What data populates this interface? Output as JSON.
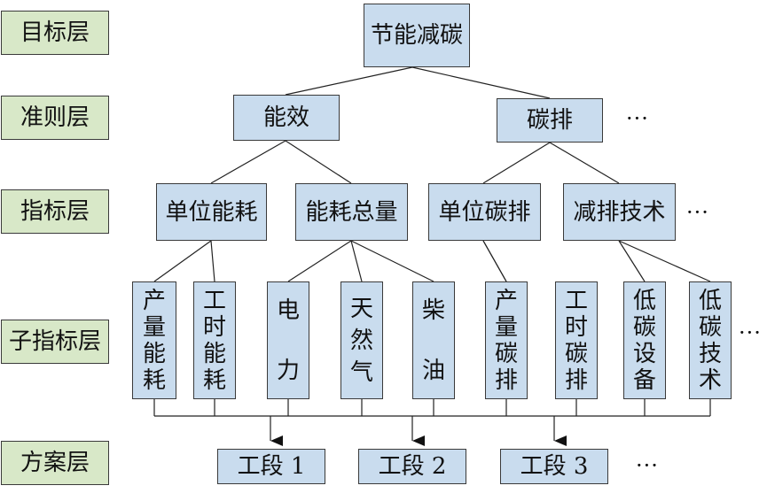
{
  "levels": [
    "目标层",
    "准则层",
    "指标层",
    "子指标层",
    "方案层"
  ],
  "goal": "节能减碳",
  "criteria": [
    "能效",
    "碳排"
  ],
  "indicators": [
    "单位能耗",
    "能耗总量",
    "单位碳排",
    "减排技术"
  ],
  "sub_indicators": [
    [
      "产",
      "量",
      "能",
      "耗"
    ],
    [
      "工",
      "时",
      "能",
      "耗"
    ],
    [
      "电",
      "力"
    ],
    [
      "天",
      "然",
      "气"
    ],
    [
      "柴",
      "油"
    ],
    [
      "产",
      "量",
      "碳",
      "排"
    ],
    [
      "工",
      "时",
      "碳",
      "排"
    ],
    [
      "低",
      "碳",
      "设",
      "备"
    ],
    [
      "低",
      "碳",
      "技",
      "术"
    ]
  ],
  "plans": [
    "工段 1",
    "工段 2",
    "工段 3"
  ],
  "ellipsis": "···",
  "colors": {
    "level_fill": "#d8e8c8",
    "node_fill": "#c9dcee",
    "stroke": "#3a3a3a"
  }
}
